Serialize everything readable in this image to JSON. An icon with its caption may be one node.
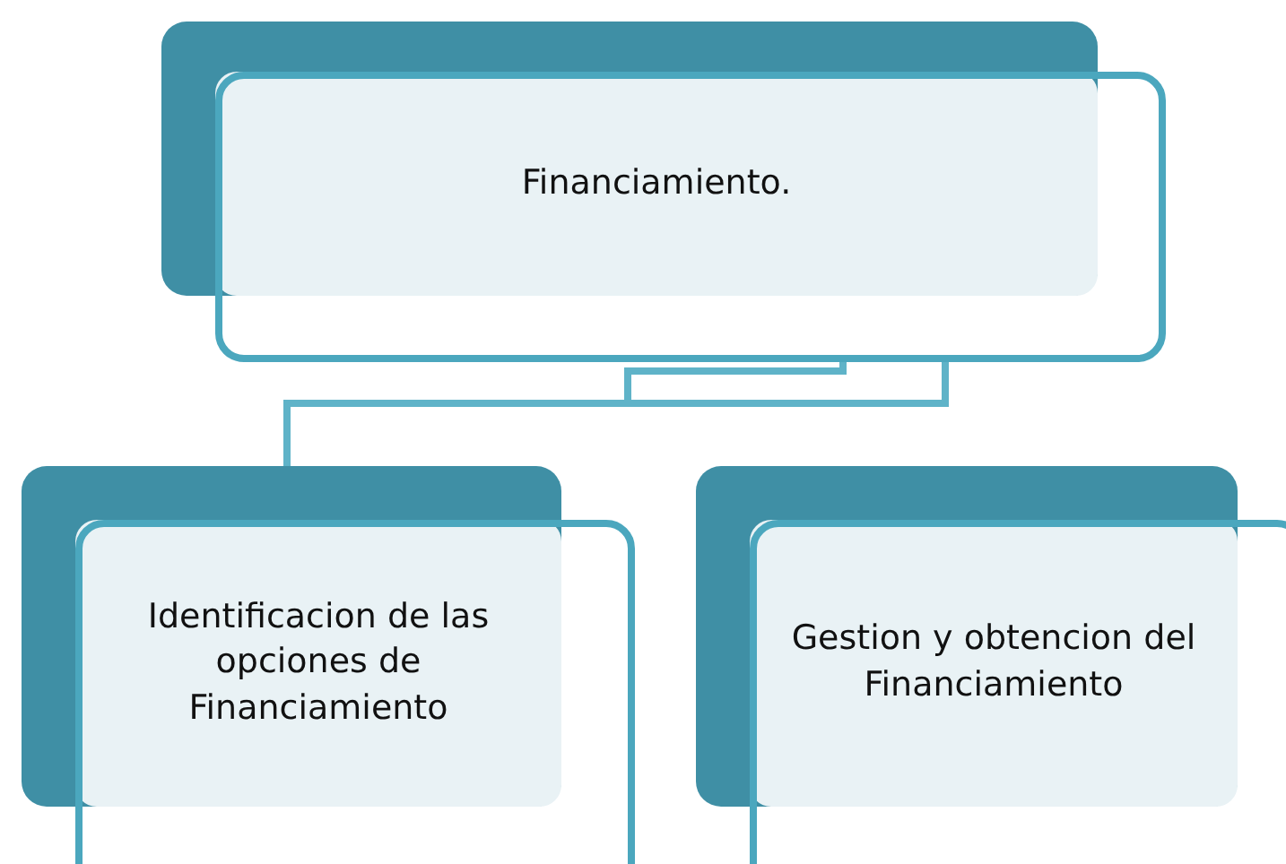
{
  "diagram": {
    "nodes": [
      {
        "text": [
          "Financiamiento."
        ]
      },
      {
        "text": [
          "Identificacion de las opciones de Financiamiento"
        ]
      },
      {
        "text": [
          "Gestion y obtencion del Financiamiento"
        ]
      }
    ],
    "edges": [
      {
        "from": 0,
        "to": 1,
        "arrow": "none"
      },
      {
        "from": 0,
        "to": 1,
        "arrow": "none"
      }
    ]
  }
}
